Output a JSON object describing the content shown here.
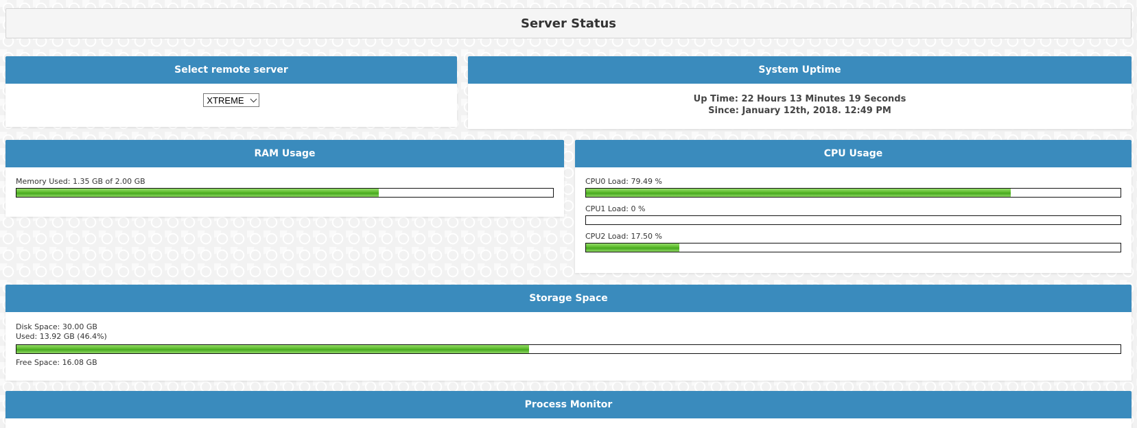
{
  "header": {
    "title": "Server Status"
  },
  "server_select": {
    "title": "Select remote server",
    "selected": "XTREME"
  },
  "uptime": {
    "title": "System Uptime",
    "up_time": "Up Time: 22 Hours 13 Minutes 19 Seconds",
    "since": "Since: January 12th, 2018. 12:49 PM"
  },
  "ram": {
    "title": "RAM Usage",
    "memory_used": "Memory Used: 1.35 GB of 2.00 GB",
    "fraction": 0.675
  },
  "cpu": {
    "title": "CPU Usage",
    "cores": [
      {
        "label": "CPU0 Load: 79.49 %",
        "fraction": 0.7949
      },
      {
        "label": "CPU1 Load: 0 %",
        "fraction": 0
      },
      {
        "label": "CPU2 Load: 17.50 %",
        "fraction": 0.175
      }
    ]
  },
  "storage": {
    "title": "Storage Space",
    "disk_space": "Disk Space: 30.00 GB",
    "used": "Used: 13.92 GB (46.4%)",
    "free": "Free Space: 16.08 GB",
    "fraction": 0.464
  },
  "process": {
    "title": "Process Monitor"
  },
  "colors": {
    "panel_header": "#3a8bbd",
    "bar_fill": "#5dbb2c"
  }
}
